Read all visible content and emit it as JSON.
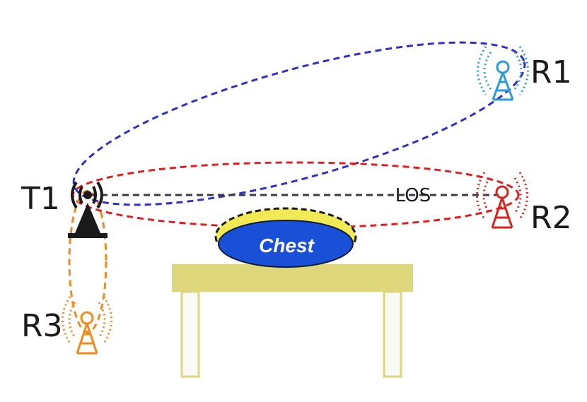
{
  "nodes": {
    "t1": {
      "label": "T1",
      "color": "#1a1a1a"
    },
    "r1": {
      "label": "R1",
      "color": "#2a9ad8"
    },
    "r2": {
      "label": "R2",
      "color": "#d8231e"
    },
    "r3": {
      "label": "R3",
      "color": "#f28a1c"
    }
  },
  "paths": {
    "los_label": "LOS",
    "r1_color": "#3030c8",
    "r2_color": "#e02020",
    "r3_color": "#f28a1c",
    "los_color": "#3a3a4a"
  },
  "chest": {
    "label": "Chest",
    "fill": "#1a4fd8",
    "rim": "#f2ea55"
  },
  "table": {
    "top_color": "#ddd67a",
    "leg_color": "#f7faf5",
    "leg_border": "#ddd67a"
  }
}
